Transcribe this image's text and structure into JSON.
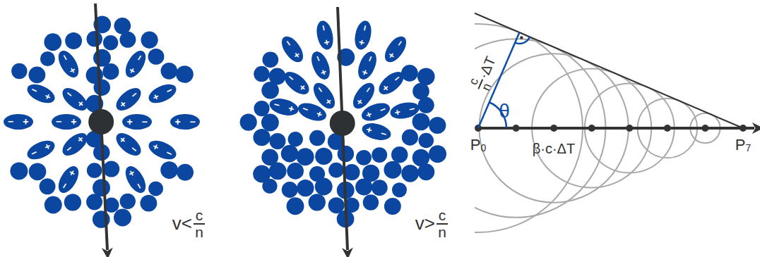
{
  "diagram": {
    "nodes": [
      {
        "text": [
          "−",
          "+"
        ]
      },
      {
        "text": [
          "−",
          "+"
        ]
      },
      {
        "text": [
          "−",
          "+"
        ]
      },
      {
        "text": [
          "−",
          "+"
        ]
      },
      {
        "text": [
          "−",
          "+"
        ]
      },
      {
        "text": [
          "−",
          "+"
        ]
      },
      {
        "text": [
          "−",
          "+"
        ]
      },
      {
        "text": [
          "−",
          "+"
        ]
      },
      {
        "text": [
          "−",
          "+"
        ]
      },
      {
        "text": [
          "−",
          "+"
        ]
      },
      {
        "text": [
          "−",
          "+"
        ]
      },
      {
        "text": [
          "−",
          "+"
        ]
      },
      {
        "text": [
          "−",
          "+"
        ]
      },
      {
        "text": [
          "−",
          "+"
        ]
      },
      {
        "text": [
          "−",
          "+"
        ]
      },
      {
        "text": [
          "−",
          "+"
        ]
      },
      {
        "text": [
          "−",
          "+"
        ]
      },
      {
        "text": [
          "−",
          "+"
        ]
      },
      {
        "text": [
          "−",
          "+"
        ]
      },
      {
        "text": [
          "−",
          "+"
        ]
      },
      {
        "text": [
          "−",
          "+"
        ]
      },
      {
        "text": [
          "−",
          "+"
        ]
      },
      {
        "text": [
          "−",
          "+"
        ]
      },
      {
        "text": [
          "−",
          "+"
        ]
      },
      {
        "text": [
          "−",
          "+"
        ]
      },
      {
        "text": [
          "−",
          "+"
        ]
      },
      {
        "text": [
          "−",
          "+"
        ]
      },
      {
        "text": [
          "−",
          "+"
        ]
      },
      {
        "text": [
          "−",
          "+"
        ]
      },
      {
        "text": [
          "−",
          "+"
        ]
      },
      {
        "text": [
          "−",
          "+"
        ]
      }
    ],
    "labels": [
      "v<",
      "c",
      "n",
      "v>",
      "c",
      "n",
      "θ",
      "c",
      "n",
      "·ΔT",
      "β·c·ΔT",
      "P",
      "0",
      "P",
      "7"
    ]
  }
}
